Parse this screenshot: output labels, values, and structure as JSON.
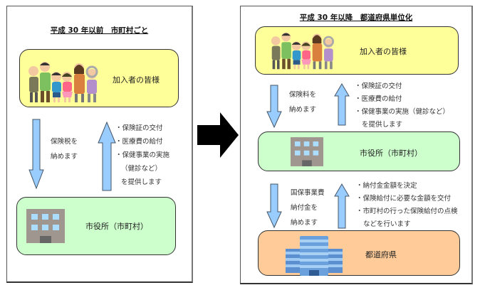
{
  "left": {
    "title": "平成 30 年以前　市町村ごと",
    "members_box": {
      "label": "加入者の皆様",
      "icon": "family-illustration"
    },
    "down_arrow_text": [
      "保険税を",
      "納めます"
    ],
    "up_arrow_text": [
      "・保険証の交付",
      "・医療費の給付",
      "・保健事業の実施",
      "（健診など）",
      "を提供します"
    ],
    "city_box": {
      "label": "市役所（市町村）",
      "icon": "city-hall-building"
    }
  },
  "transition_arrow": {
    "icon": "right-arrow"
  },
  "right": {
    "title": "平成 30 年以降　都道府県単位化",
    "members_box": {
      "label": "加入者の皆様",
      "icon": "family-illustration"
    },
    "down_arrow_text_1": [
      "保険料を",
      "納めます"
    ],
    "up_arrow_text_1": [
      "・保険証の交付",
      "・医療費の給付",
      "・保健事業の実施（健診など）",
      "を提供します"
    ],
    "city_box": {
      "label": "市役所（市町村）",
      "icon": "city-hall-building"
    },
    "down_arrow_text_2": [
      "国保事業費",
      "納付金を",
      "納めます"
    ],
    "up_arrow_text_2": [
      "・納付金金額を決定",
      "・保険給付に必要な金額を交付",
      "・市町村の行った保険給付の点検",
      "などを行います"
    ],
    "prefecture_box": {
      "label": "都道府県",
      "icon": "prefecture-office-building"
    }
  },
  "colors": {
    "members_box": "#ffff99",
    "city_box": "#ccffcc",
    "prefecture_box": "#ffcc99",
    "flow_arrow": "#99ccff",
    "transition_arrow": "#000000"
  }
}
